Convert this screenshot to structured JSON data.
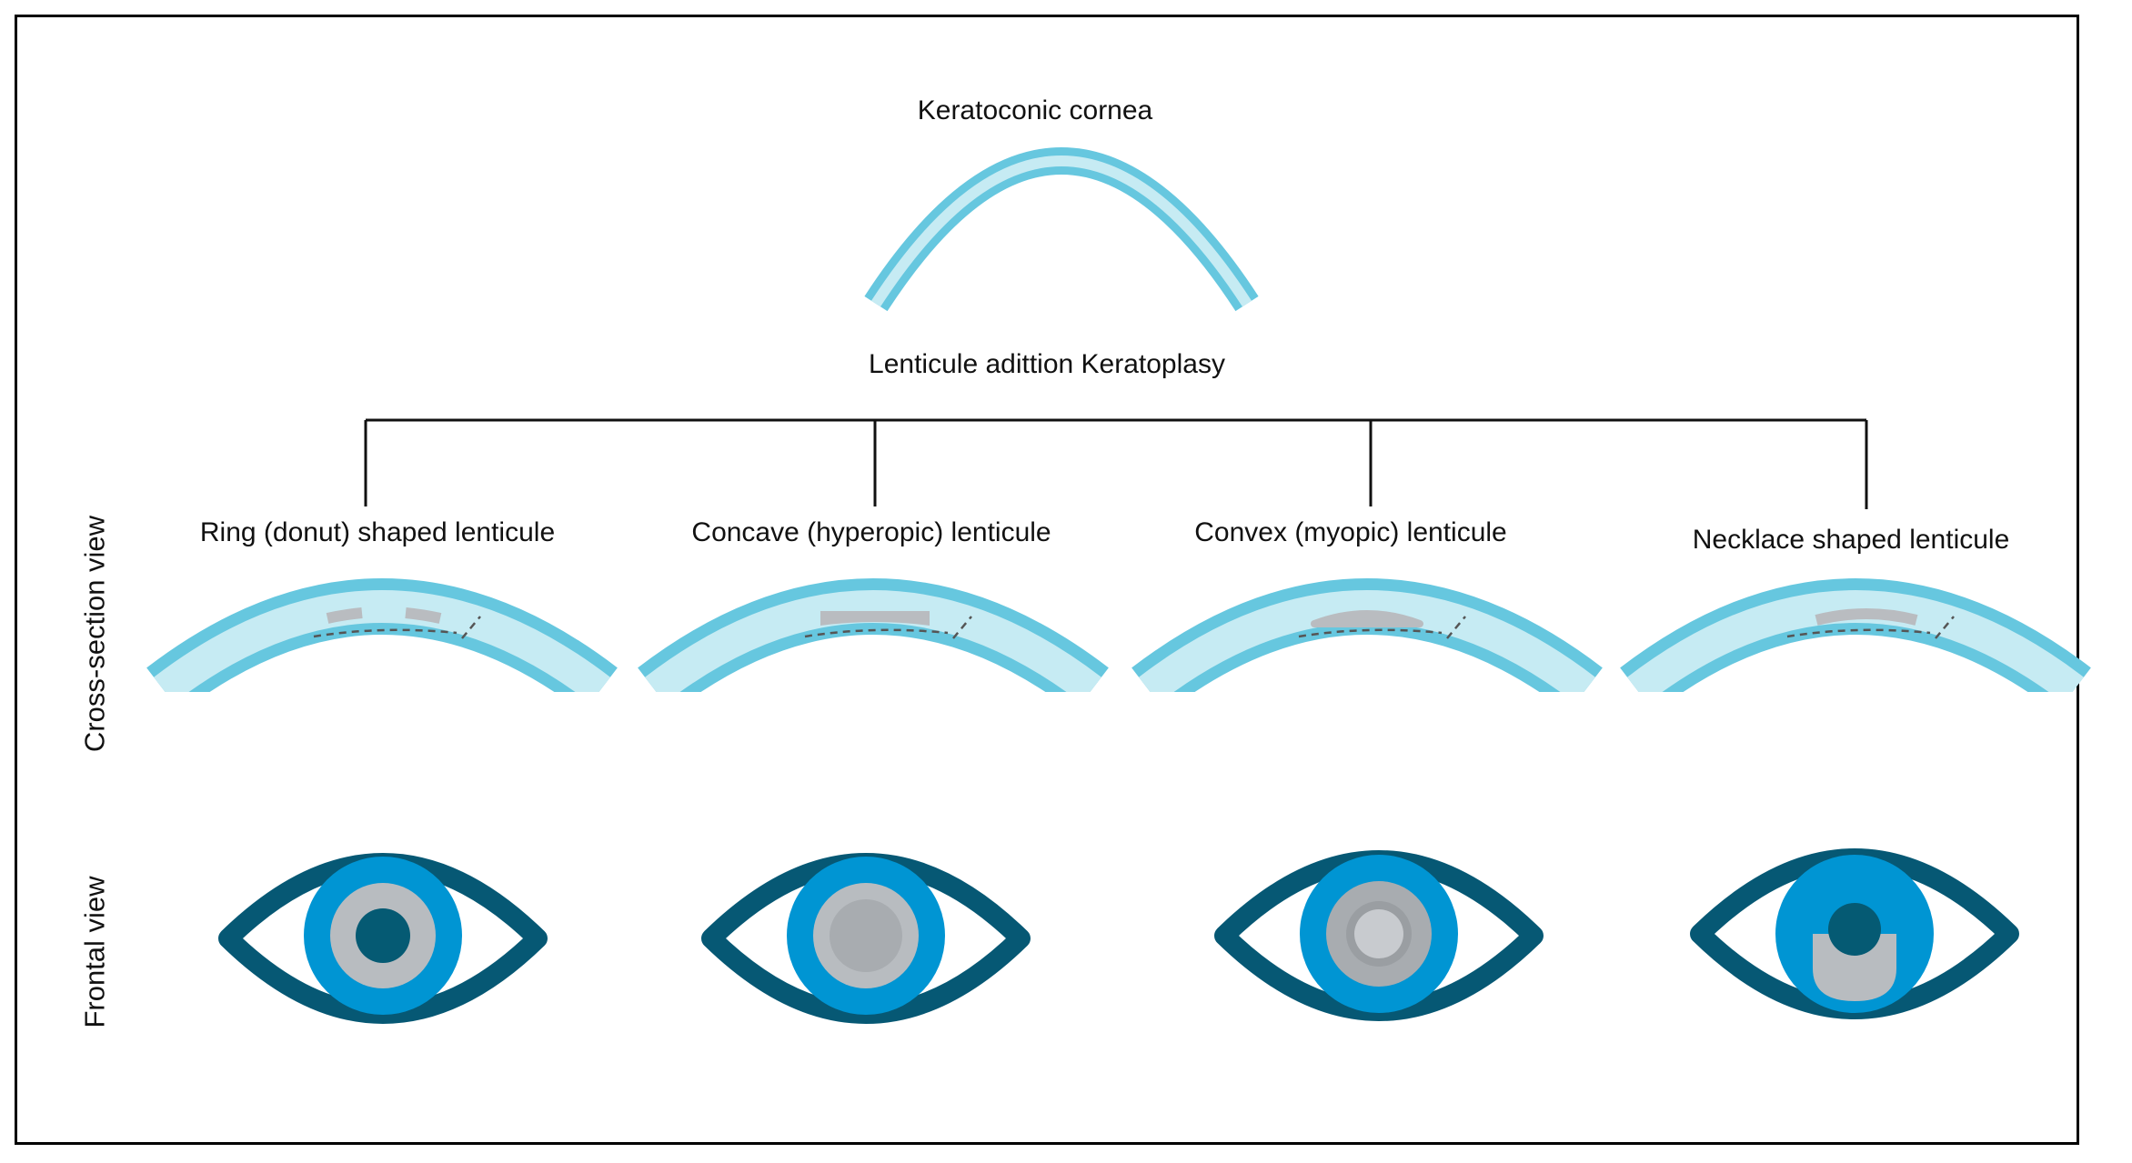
{
  "colors": {
    "cornea_outer": "#66c7df",
    "cornea_inner": "#c6ebf3",
    "lenticule": "#b9bcc0",
    "iris": "#0095d3",
    "eyelid": "#065874",
    "pupil": "#055a73",
    "lenticule_frontal": "#b8bcc0"
  },
  "top": {
    "title": "Keratoconic cornea",
    "procedure": "Lenticule adittion Keratoplasy"
  },
  "side_labels": {
    "cross_section": "Cross-section view",
    "frontal": "Frontal view"
  },
  "lenticules": [
    {
      "label": "Ring (donut) shaped lenticule",
      "type": "ring"
    },
    {
      "label": "Concave (hyperopic) lenticule",
      "type": "concave"
    },
    {
      "label": "Convex (myopic) lenticule",
      "type": "convex"
    },
    {
      "label": "Necklace shaped  lenticule",
      "type": "necklace"
    }
  ]
}
